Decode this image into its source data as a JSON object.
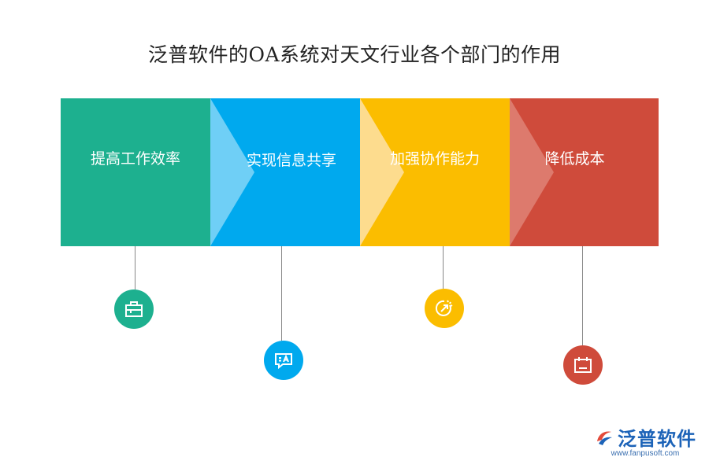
{
  "title": "泛普软件的OA系统对天文行业各个部门的作用",
  "steps": [
    {
      "label": "提高工作效率",
      "color": "#1db08f",
      "icon": "briefcase-icon"
    },
    {
      "label": "实现信息共享",
      "color": "#00a9ee",
      "icon": "message-translate-icon"
    },
    {
      "label": "加强协作能力",
      "color": "#fbbd00",
      "icon": "arrow-target-icon"
    },
    {
      "label": "降低成本",
      "color": "#cf4b3b",
      "icon": "calendar-icon"
    }
  ],
  "logo": {
    "name": "泛普软件",
    "url": "www.fanpusoft.com"
  }
}
